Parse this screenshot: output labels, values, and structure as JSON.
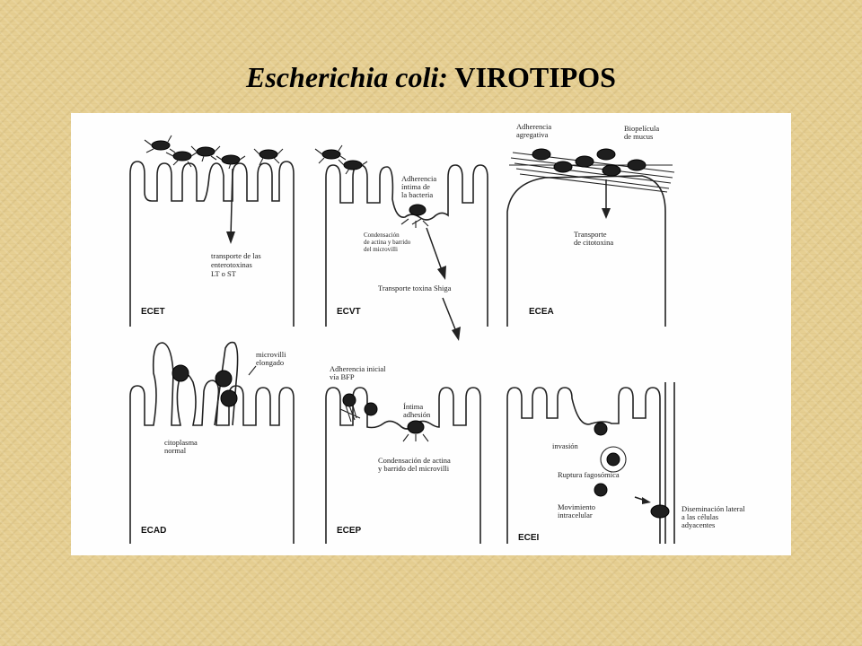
{
  "title": {
    "italic": "Escherichia coli:",
    "rest": "VIROTIPOS"
  },
  "panels": {
    "ecet": {
      "name": "ECET",
      "note": [
        "transporte de las",
        "enterotoxinas",
        "LT o ST"
      ]
    },
    "ecvt": {
      "name": "ECVT",
      "adhesion": [
        "Adherencia",
        "íntima de",
        "la bacteria"
      ],
      "condensation": [
        "Condensación",
        "de actina y barrido",
        "del microvilli"
      ],
      "transport": "Transporte toxina Shiga"
    },
    "ecea": {
      "name": "ECEA",
      "adherence": [
        "Adherencia",
        "agregativa"
      ],
      "biofilm": [
        "Biopelícula",
        "de mucus"
      ],
      "transport": [
        "Transporte",
        "de citotoxina"
      ]
    },
    "ecad": {
      "name": "ECAD",
      "microvilli": [
        "microvilli",
        "elongado"
      ],
      "cytoplasm": [
        "citoplasma",
        "normal"
      ]
    },
    "ecep": {
      "name": "ECEP",
      "initial": [
        "Adherencia inicial",
        "vía BFP"
      ],
      "intimate": [
        "Íntima",
        "adhesión"
      ],
      "condensation": [
        "Condensación de actina",
        "y barrido del microvilli"
      ]
    },
    "ecei": {
      "name": "ECEI",
      "invasion": "invasión",
      "rupture": "Ruptura fagosómica",
      "movement": [
        "Movimiento",
        "intracelular"
      ],
      "spread": [
        "Diseminación lateral",
        "a las células",
        "adyacentes"
      ]
    }
  }
}
